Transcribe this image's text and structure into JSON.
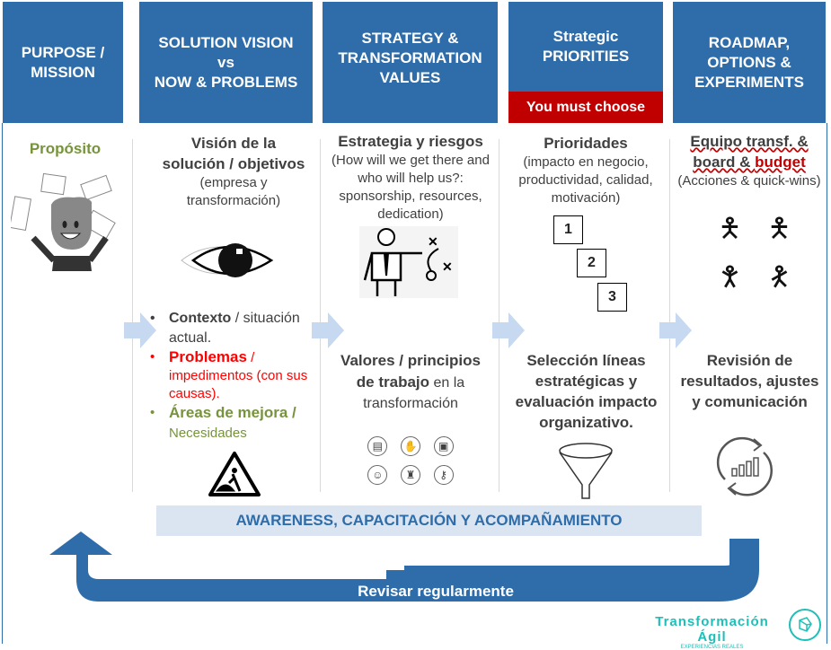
{
  "headers": [
    "PURPOSE /\nMISSION",
    "SOLUTION VISION\nvs\nNOW & PROBLEMS",
    "STRATEGY &\nTRANSFORMATION\nVALUES",
    "Strategic\nPRIORITIES",
    "ROADMAP,\nOPTIONS &\nEXPERIMENTS"
  ],
  "must_choose": "You must choose",
  "col1": {
    "title": "Propósito"
  },
  "col2": {
    "title": "Visión de la solución / objetivos",
    "sub": "(empresa y transformación)",
    "items": [
      {
        "bold": "Contexto",
        "rest": " / situación actual."
      },
      {
        "bold": "Problemas",
        "rest": " / impedimentos (con sus causas)."
      },
      {
        "bold": "Áreas de mejora /",
        "rest": " Necesidades"
      }
    ]
  },
  "col3": {
    "title": "Estrategia y riesgos",
    "sub": "(How will we get there and who will help us?: sponsorship, resources, dedication)",
    "bottom_bold1": "Valores / principios de trabajo",
    "bottom_rest": " en la transformación"
  },
  "col4": {
    "title": "Prioridades",
    "sub": "(impacto en negocio, productividad, calidad, motivación)",
    "numbers": [
      "1",
      "2",
      "3"
    ],
    "bottom": "Selección líneas estratégicas y evaluación impacto organizativo."
  },
  "col5": {
    "title_a": "Equipo transf. & board & ",
    "title_b": "budget",
    "sub": "(Acciones & quick-wins)",
    "bottom": "Revisión de resultados, ajustes y comunicación"
  },
  "band": "AWARENESS, CAPACITACIÓN Y ACOMPAÑAMIENTO",
  "loop": "Revisar regularmente",
  "logo": {
    "name": "Transformación Ágil",
    "tagline": "EXPERIENCIAS REALES"
  },
  "colors": {
    "header": "#2e6da9",
    "red": "#c00000",
    "green": "#77933c",
    "band": "#dbe5f1",
    "logo": "#1fbfb8"
  }
}
